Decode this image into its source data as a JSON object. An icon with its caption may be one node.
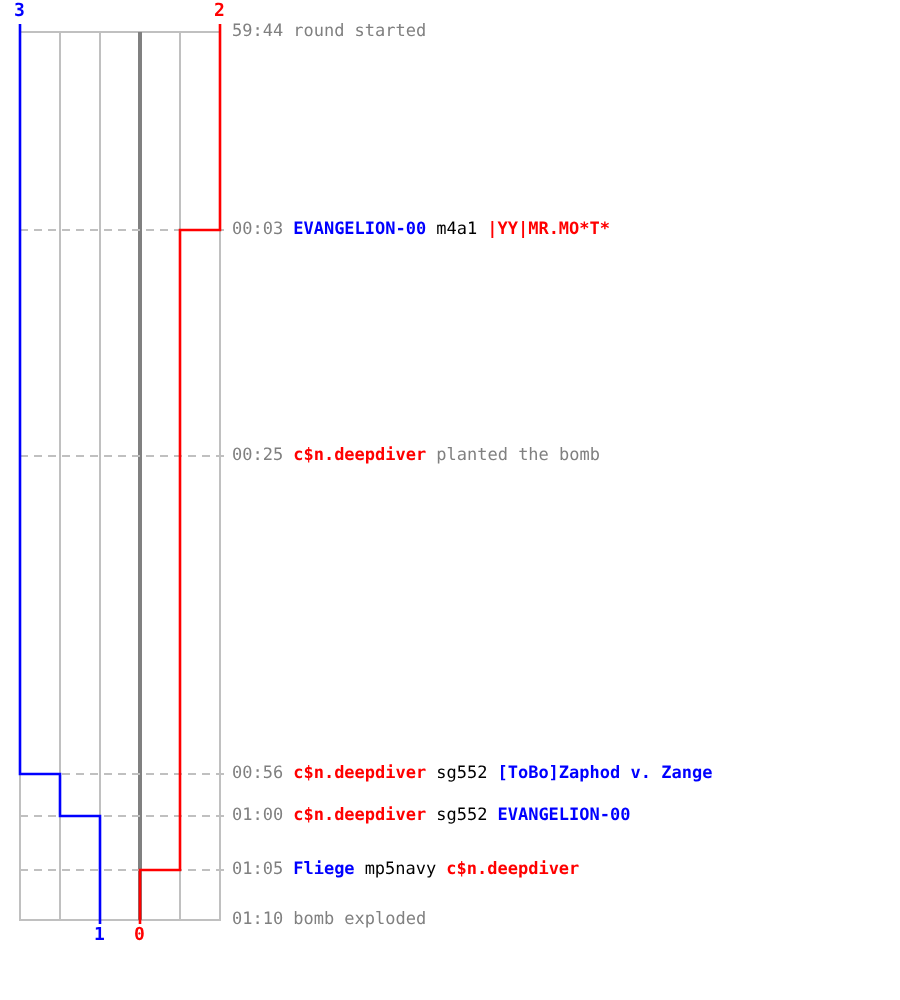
{
  "diagram": {
    "labels": [
      "3",
      "2",
      "59:44",
      "round started",
      "00:03",
      "EVANGELION-00",
      "m4a1",
      "|YY|MR.MO*T*",
      "00:25",
      "c$n.deepdiver",
      "planted the bomb",
      "00:56",
      "c$n.deepdiver",
      "sg552",
      "[ToBo]Zaphod v. Zange",
      "01:00",
      "c$n.deepdiver",
      "sg552",
      "EVANGELION-00",
      "01:05",
      "Fliege",
      "mp5navy",
      "c$n.deepdiver",
      "01:10",
      "bomb exploded",
      "1",
      "0"
    ]
  }
}
